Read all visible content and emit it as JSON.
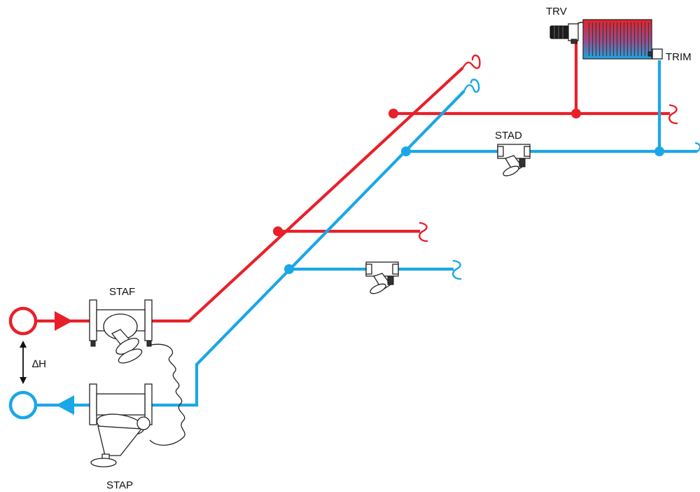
{
  "diagram": {
    "labels": {
      "trv": "TRV",
      "trim": "TRIM",
      "stad": "STAD",
      "staf": "STAF",
      "stap": "STAP",
      "delta_h": "∆H"
    },
    "colors": {
      "supply": "#e8202a",
      "return": "#1aa7e6",
      "outline": "#222222"
    }
  }
}
